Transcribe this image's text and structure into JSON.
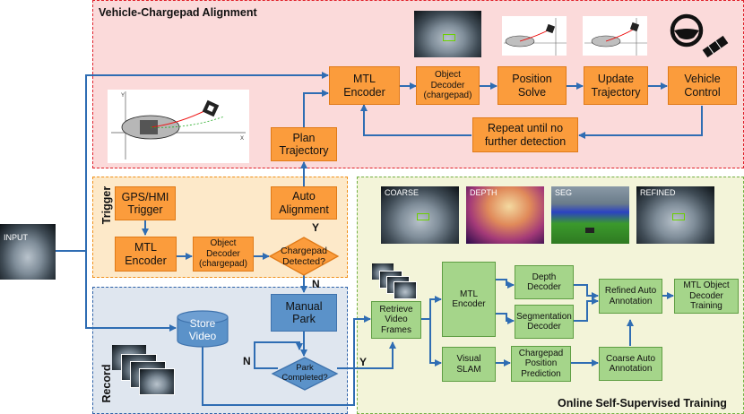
{
  "regions": {
    "alignment": "Vehicle-Chargepad Alignment",
    "trigger": "Trigger",
    "record": "Record",
    "online": "Online Self-Supervised Training"
  },
  "inputs": {
    "input_label": "INPUT"
  },
  "nodes": {
    "mtl_encoder_top": "MTL\nEncoder",
    "object_decoder_top": "Object\nDecoder\n(chargepad)",
    "position_solve": "Position\nSolve",
    "update_trajectory": "Update\nTrajectory",
    "vehicle_control": "Vehicle\nControl",
    "repeat": "Repeat until no\nfurther detection",
    "plan_trajectory": "Plan\nTrajectory",
    "gps_hmi": "GPS/HMI\nTrigger",
    "auto_alignment": "Auto\nAlignment",
    "mtl_encoder_trigger": "MTL\nEncoder",
    "object_decoder_trigger": "Object\nDecoder\n(chargepad)",
    "chargepad_detected": "Chargepad\nDetected?",
    "manual_park": "Manual\nPark",
    "store_video": "Store\nVideo",
    "park_completed": "Park\nCompleted?",
    "retrieve_frames": "Retrieve\nVideo\nFrames",
    "mtl_encoder_train": "MTL\nEncoder",
    "depth_decoder": "Depth\nDecoder",
    "segmentation_decoder": "Segmentation\nDecoder",
    "visual_slam": "Visual\nSLAM",
    "chargepad_position_prediction": "Chargepad\nPosition\nPrediction",
    "refined_auto_annotation": "Refined Auto\nAnnotation",
    "coarse_auto_annotation": "Coarse Auto\nAnnotation",
    "mtl_object_decoder_training": "MTL Object\nDecoder\nTraining"
  },
  "edge_labels": {
    "yes_auto": "Y",
    "no_manual": "N",
    "no_loop": "N",
    "yes_retrieve": "Y"
  },
  "thumbnails": {
    "coarse": "COARSE",
    "depth": "DEPTH",
    "seg": "SEG",
    "refined": "REFINED"
  },
  "plot_axes": {
    "x": "X",
    "y": "Y"
  },
  "colors": {
    "orange": "#fb9c3c",
    "blue": "#5b92c9",
    "green": "#a5d58a",
    "arrow": "#2f6db3",
    "alignment_bg": "#fbdada",
    "trigger_bg": "#fde9c9",
    "record_bg": "#dfe6ef",
    "online_bg": "#f3f4d9"
  }
}
